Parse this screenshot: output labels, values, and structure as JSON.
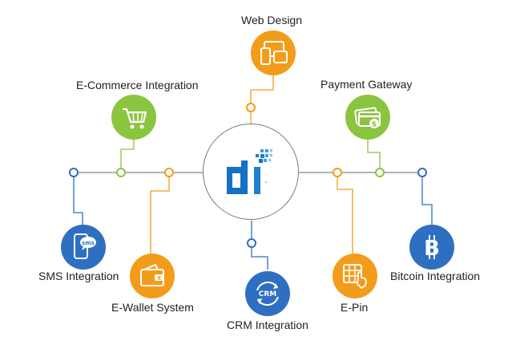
{
  "hub": {
    "logo_icon": "di-logo-icon",
    "logo_mark": "di"
  },
  "colors": {
    "orange": "#f39c1b",
    "green": "#8bc43f",
    "blue": "#2e6fc1",
    "line": "#999999"
  },
  "services": [
    {
      "id": "web-design",
      "label": "Web Design",
      "icon": "devices-icon",
      "color": "orange"
    },
    {
      "id": "ecommerce-integration",
      "label": "E-Commerce Integration",
      "icon": "shopping-cart-icon",
      "color": "green"
    },
    {
      "id": "payment-gateway",
      "label": "Payment Gateway",
      "icon": "credit-card-icon",
      "color": "green"
    },
    {
      "id": "sms-integration",
      "label": "SMS Integration",
      "icon": "sms-phone-icon",
      "color": "blue"
    },
    {
      "id": "ewallet-system",
      "label": "E-Wallet System",
      "icon": "wallet-icon",
      "color": "orange"
    },
    {
      "id": "crm-integration",
      "label": "CRM Integration",
      "icon": "crm-cycle-icon",
      "color": "blue"
    },
    {
      "id": "e-pin",
      "label": "E-Pin",
      "icon": "keypad-touch-icon",
      "color": "orange"
    },
    {
      "id": "bitcoin-integration",
      "label": "Bitcoin Integration",
      "icon": "bitcoin-icon",
      "color": "blue"
    }
  ]
}
